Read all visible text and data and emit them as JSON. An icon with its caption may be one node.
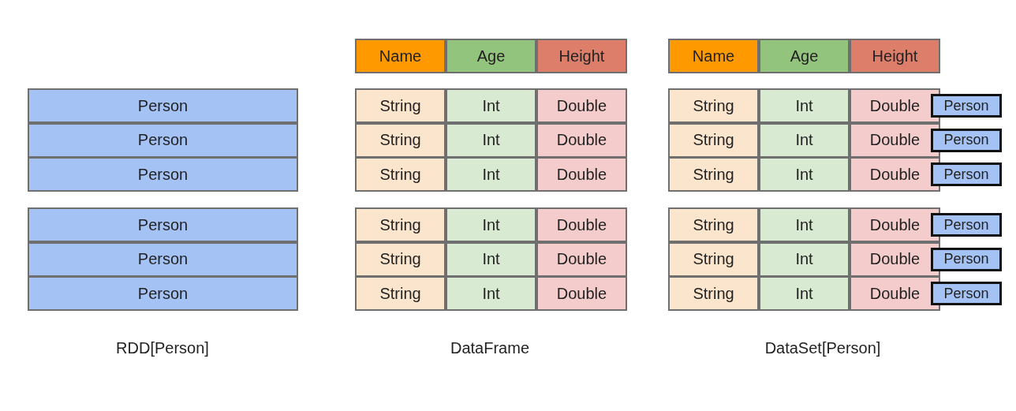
{
  "diagram": {
    "labels": [
      "Name",
      "Age",
      "Height",
      "Name",
      "Age",
      "Height",
      "Person",
      "String",
      "Int",
      "Double",
      "String",
      "Int",
      "Double",
      "Person",
      "Person",
      "String",
      "Int",
      "Double",
      "String",
      "Int",
      "Double",
      "Person",
      "Person",
      "String",
      "Int",
      "Double",
      "String",
      "Int",
      "Double",
      "Person",
      "Person",
      "String",
      "Int",
      "Double",
      "String",
      "Int",
      "Double",
      "Person",
      "Person",
      "String",
      "Int",
      "Double",
      "String",
      "Int",
      "Double",
      "Person",
      "Person",
      "String",
      "Int",
      "Double",
      "String",
      "Int",
      "Double",
      "Person",
      "RDD[Person]",
      "DataFrame",
      "DataSet[Person]"
    ]
  }
}
